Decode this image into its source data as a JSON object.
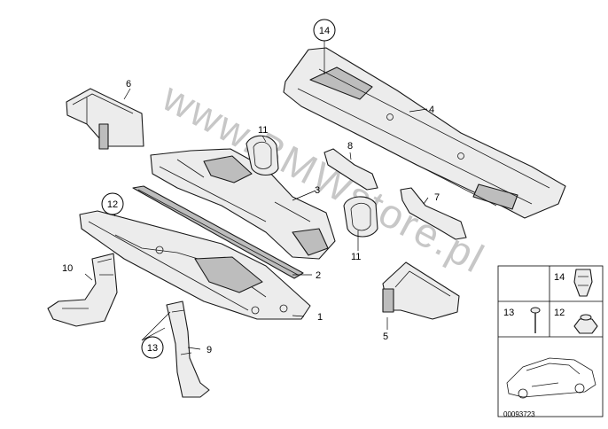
{
  "watermark": "www.BMWstore.pl",
  "callouts": {
    "p1": "1",
    "p2": "2",
    "p3": "3",
    "p4": "4",
    "p5": "5",
    "p6": "6",
    "p7": "7",
    "p8": "8",
    "p9": "9",
    "p10": "10",
    "p11a": "11",
    "p11b": "11",
    "p12": "12",
    "p13": "13",
    "p14": "14"
  },
  "legend": {
    "l14": "14",
    "l13": "13",
    "l12": "12"
  },
  "doc_number": "00093723"
}
